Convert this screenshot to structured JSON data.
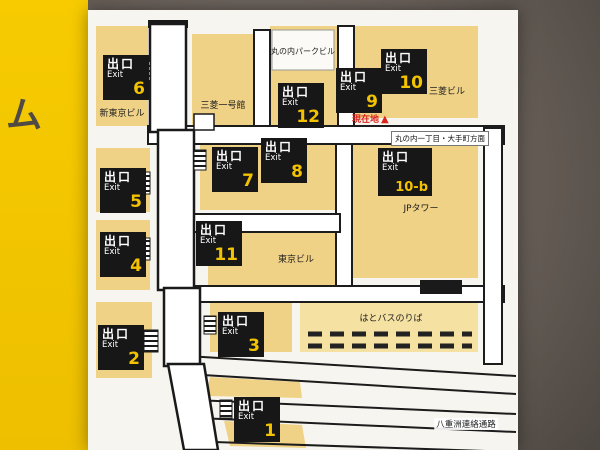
{
  "scene": {
    "band_text": "ム",
    "colors": {
      "wall": "#685f58",
      "band_yellow": "#f3c400",
      "sign_white": "#f7f5f0",
      "building_tan": "#f0d287",
      "bus_area_tan": "#f5e2a2",
      "badge_bg": "#171717",
      "badge_number_yellow": "#f3c200",
      "accent_red": "#d8251c"
    }
  },
  "map": {
    "exits": [
      {
        "jp": "出口",
        "en": "Exit",
        "num": "6"
      },
      {
        "jp": "出口",
        "en": "Exit",
        "num": "12"
      },
      {
        "jp": "出口",
        "en": "Exit",
        "num": "9"
      },
      {
        "jp": "出口",
        "en": "Exit",
        "num": "10"
      },
      {
        "jp": "出口",
        "en": "Exit",
        "num": "5"
      },
      {
        "jp": "出口",
        "en": "Exit",
        "num": "7"
      },
      {
        "jp": "出口",
        "en": "Exit",
        "num": "8"
      },
      {
        "jp": "出口",
        "en": "Exit",
        "num": "10-b"
      },
      {
        "jp": "出口",
        "en": "Exit",
        "num": "11"
      },
      {
        "jp": "出口",
        "en": "Exit",
        "num": "4"
      },
      {
        "jp": "出口",
        "en": "Exit",
        "num": "2"
      },
      {
        "jp": "出口",
        "en": "Exit",
        "num": "3"
      },
      {
        "jp": "出口",
        "en": "Exit",
        "num": "1"
      }
    ],
    "labels": {
      "marunouchi_park_bldg": "丸の内パークビル",
      "mitsubishi_bldg": "三菱ビル",
      "shin_tokyo_bldg": "新東京ビル",
      "mitsubishi_ichigokan": "三菱一号館",
      "jp_tower": "JPタワー",
      "tokyo_bldg": "東京ビル",
      "hato_bus": "はとバスのりば",
      "yaesu_passage": "八重洲連絡通路",
      "current_location": "現在地",
      "current_marker": "▲",
      "direction": "丸の内一丁目・大手町方面"
    }
  }
}
